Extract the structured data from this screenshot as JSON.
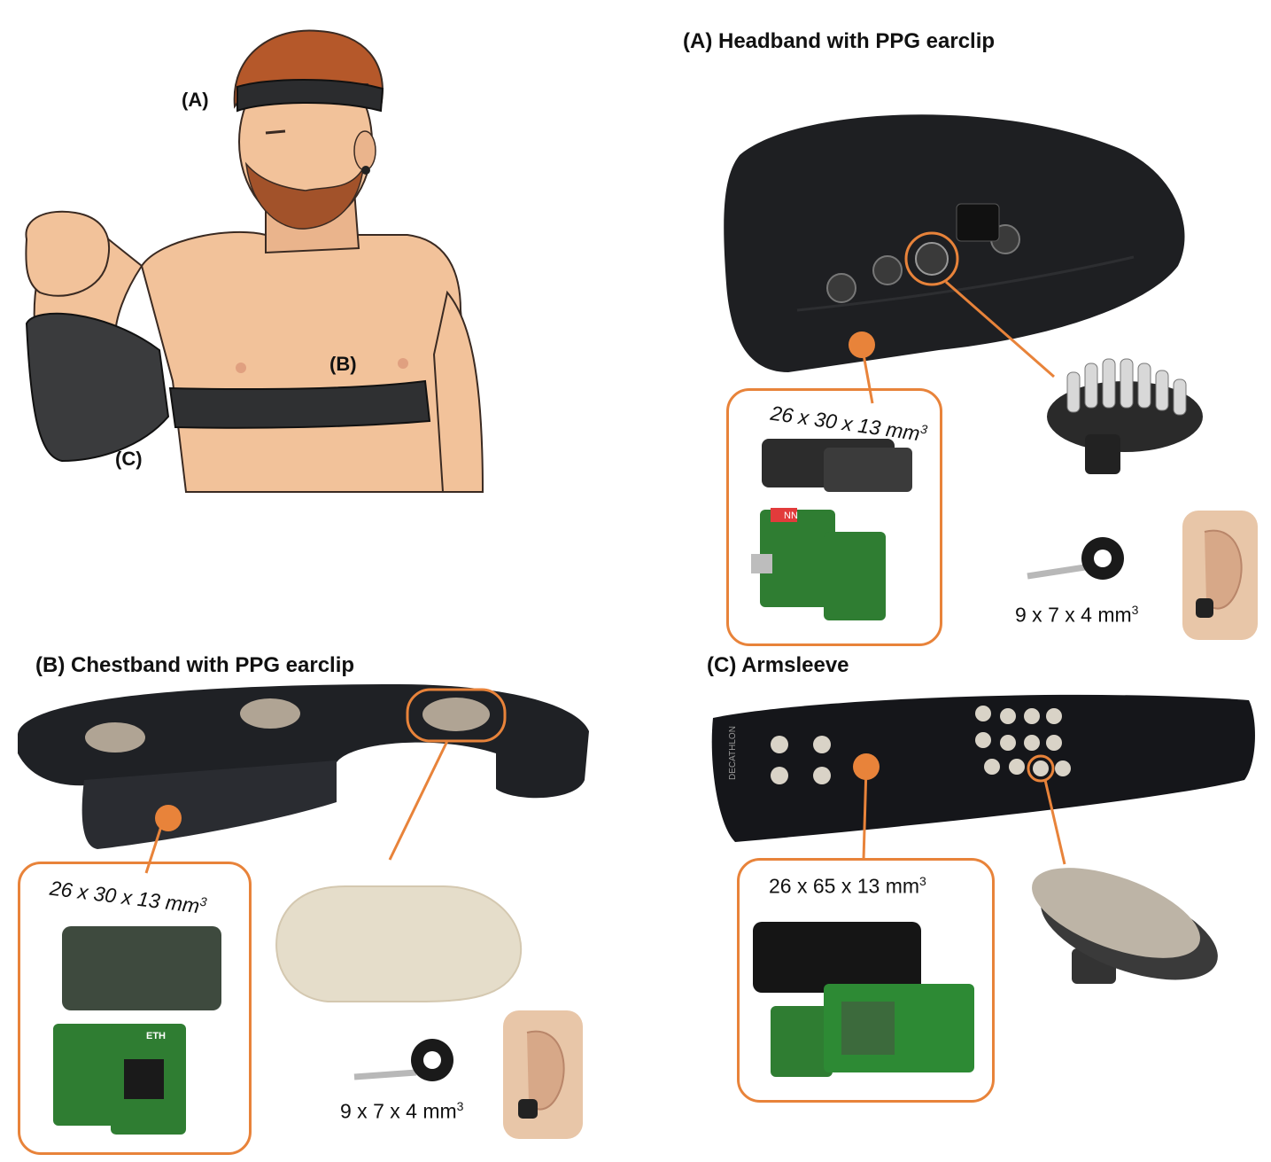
{
  "illustration": {
    "label_a": "(A)",
    "label_b": "(B)",
    "label_c": "(C)"
  },
  "panel_a": {
    "title": "(A) Headband with PPG earclip",
    "module_dim": "26 x 30 x 13 mm",
    "earclip_dim": "9 x 7 x 4 mm",
    "pcb_brand": "NN"
  },
  "panel_b": {
    "title": "(B) Chestband with PPG earclip",
    "module_dim": "26 x 30 x 13 mm",
    "earclip_dim": "9 x 7 x 4 mm",
    "pcb_text": "ETH"
  },
  "panel_c": {
    "title": "(C) Armsleeve",
    "module_dim": "26 x 65 x 13 mm",
    "sleeve_brand": "DECATHLON"
  },
  "units": {
    "cube": "3"
  },
  "colors": {
    "accent": "#e8833a",
    "fabric": "#1e1f22",
    "skin": "#f2c29a"
  }
}
